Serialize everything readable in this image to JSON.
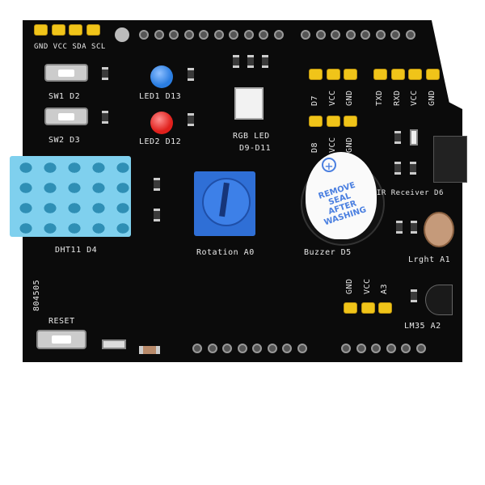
{
  "board": {
    "i2c_header": "GND VCC SDA SCL",
    "sw1": "SW1  D2",
    "sw2": "SW2  D3",
    "led1": "LED1 D13",
    "led2": "LED2 D12",
    "rgb_line1": "RGB LED",
    "rgb_line2": "D9-D11",
    "d7_header": [
      "D7",
      "VCC",
      "GND"
    ],
    "serial_header": [
      "TXD",
      "RXD",
      "VCC",
      "GND"
    ],
    "d8_header": [
      "D8",
      "VCC",
      "GND"
    ],
    "dht": "DHT11  D4",
    "pot": "Rotation A0",
    "buzzer": "Buzzer  D5",
    "buzzer_sticker": "REMOVE SEAL AFTER WASHING",
    "ir": "IR Receiver D6",
    "light": "Lrght A1",
    "lm35": "LM35 A2",
    "a3_header": [
      "GND",
      "VCC",
      "A3"
    ],
    "reset": "RESET",
    "code": "804505"
  },
  "colors": {
    "pcb": "#0b0b0b",
    "header": "#f0c419",
    "dht": "#7fd0ee",
    "pot": "#2f6fd6",
    "led1": "#2a7de1",
    "led2": "#e0201c"
  }
}
